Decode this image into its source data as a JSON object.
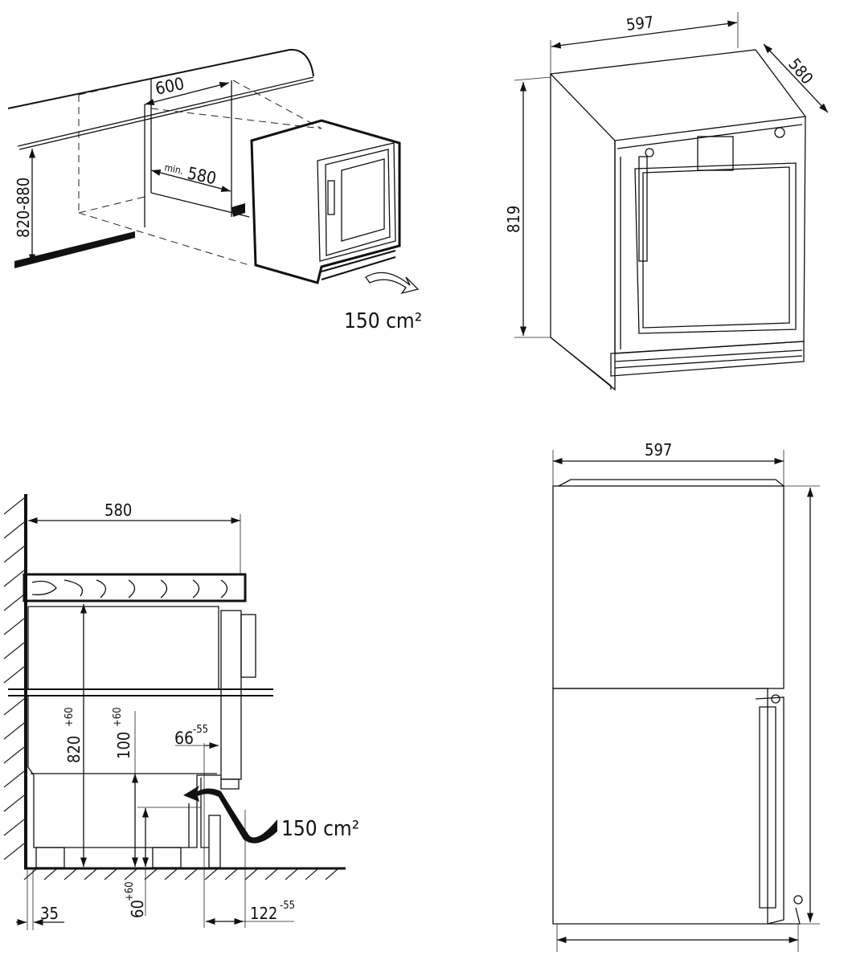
{
  "panels": {
    "installation_niche": {
      "width_label": "600",
      "depth_prefix": "min.",
      "depth_label": "580",
      "height_label": "820-880",
      "ventilation_label": "150 cm²"
    },
    "isometric_view": {
      "width_label": "597",
      "depth_label": "580",
      "height_label": "819"
    },
    "side_section": {
      "depth_label": "580",
      "height_label": "820",
      "height_tol": "+60",
      "plinth_label": "100",
      "plinth_tol": "+60",
      "gap_label": "66",
      "gap_tol": "-55",
      "foot_label": "60",
      "foot_tol": "+60",
      "wall_offset_label": "35",
      "front_offset_label": "122",
      "front_offset_tol": "-55",
      "ventilation_label": "150 cm²"
    },
    "top_view": {
      "width_label": "597"
    }
  }
}
